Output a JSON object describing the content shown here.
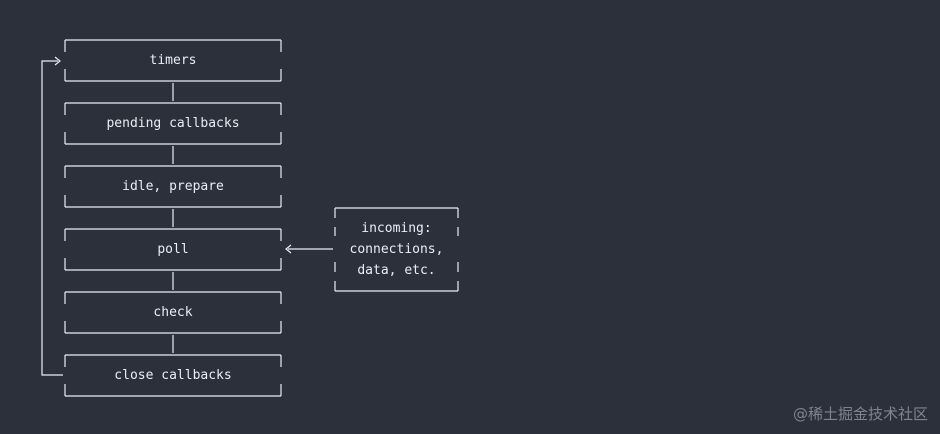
{
  "phases": [
    {
      "label": "timers"
    },
    {
      "label": "pending callbacks"
    },
    {
      "label": "idle, prepare"
    },
    {
      "label": "poll"
    },
    {
      "label": "check"
    },
    {
      "label": "close callbacks"
    }
  ],
  "incoming": {
    "lines": [
      "incoming:",
      "connections,",
      "data, etc."
    ]
  },
  "watermark": "@稀土掘金技术社区",
  "colors": {
    "background": "#2b303b",
    "text": "#e8eef5",
    "line": "#e8eef5",
    "watermark": "#7d8591"
  }
}
